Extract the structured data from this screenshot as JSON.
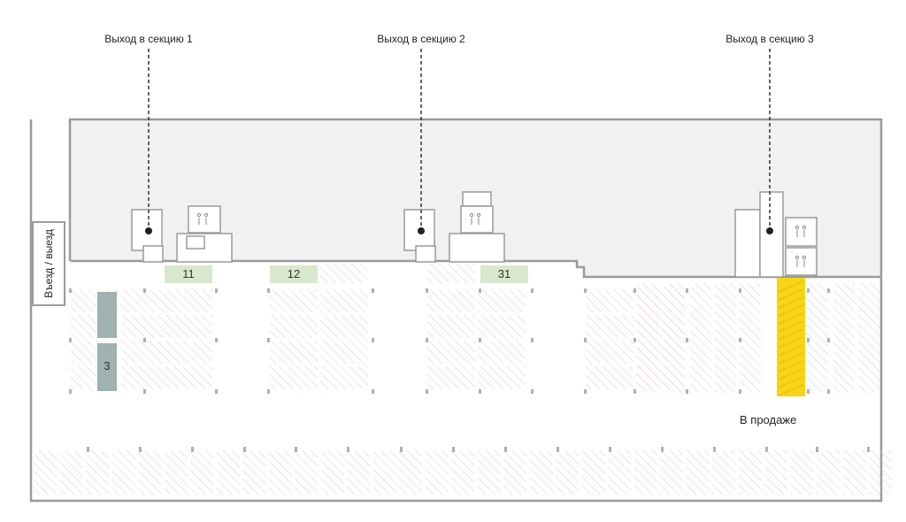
{
  "exits": [
    {
      "label": "Выход в секцию 1"
    },
    {
      "label": "Выход в секцию 2"
    },
    {
      "label": "Выход в секцию 3"
    }
  ],
  "entrance": {
    "label": "Въезд / выезд"
  },
  "spots": {
    "numbered": [
      {
        "number": "11",
        "status": "available"
      },
      {
        "number": "12",
        "status": "available"
      },
      {
        "number": "31",
        "status": "available"
      },
      {
        "number": "3",
        "status": "sold"
      }
    ],
    "for_sale_label": "В продаже"
  },
  "colors": {
    "wall": "#9a9a9a",
    "service_area": "#f0f0f0",
    "hatch": "#e7c9d9",
    "available_spot": "#d8e8cc",
    "sold_spot": "#9fb1b1",
    "for_sale_spot": "#f7d417"
  }
}
